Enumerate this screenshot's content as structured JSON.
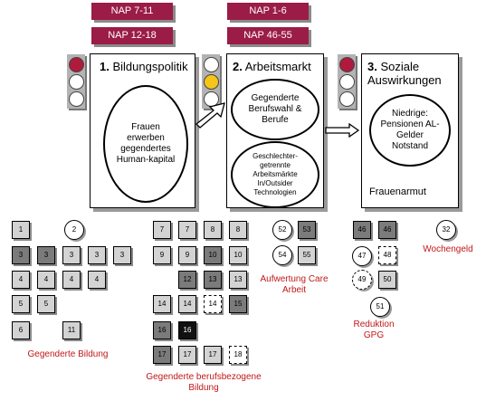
{
  "nap": [
    "NAP 7-11",
    "NAP 12-18",
    "NAP 1-6",
    "NAP 46-55"
  ],
  "panels": {
    "p1": {
      "num": "1.",
      "title": "Bildungspolitik",
      "ellipse": "Frauen erwerben gegendertes Human-kapital"
    },
    "p2": {
      "num": "2.",
      "title": "Arbeitsmarkt",
      "ellipse_a": "Gegenderte Berufswahl & Berufe",
      "ellipse_b": "Geschlechter-getrennte Arbeitsmärkte In/Outsider Technologien"
    },
    "p3": {
      "num": "3.",
      "title": "Soziale Auswirkungen",
      "ellipse": "Niedrige: Pensionen AL-Gelder Notstand",
      "footer": "Frauenarmut"
    }
  },
  "traffic_lights": [
    {
      "panel": 1,
      "active": "red"
    },
    {
      "panel": 2,
      "active": "amber"
    },
    {
      "panel": 3,
      "active": "red"
    }
  ],
  "colors": {
    "nap_bg": "#9b1c46",
    "caption": "#c01818",
    "red": "#b01a3c",
    "amber": "#f5c518",
    "dark": "#7b7b7b",
    "light": "#d3d3d3"
  },
  "groups": {
    "g1": {
      "caption": "Gegenderte Bildung",
      "items": [
        "1",
        "2",
        "3",
        "3",
        "3",
        "3",
        "3",
        "4",
        "4",
        "4",
        "4",
        "5",
        "5",
        "6",
        "11"
      ]
    },
    "g2": {
      "caption": "Gegenderte berufsbezogene Bildung",
      "items": [
        "7",
        "7",
        "8",
        "8",
        "9",
        "9",
        "10",
        "10",
        "12",
        "13",
        "13",
        "14",
        "14",
        "14",
        "15",
        "16",
        "16",
        "17",
        "17",
        "17",
        "18"
      ]
    },
    "g3": {
      "caption": "Aufwertung Care Arbeit",
      "items": [
        "52",
        "53",
        "54",
        "55"
      ]
    },
    "g4": {
      "caption": "Reduktion GPG",
      "items": [
        "46",
        "46",
        "47",
        "48",
        "49",
        "50",
        "51"
      ]
    },
    "g5": {
      "caption": "Wochengeld",
      "items": [
        "32"
      ]
    }
  }
}
